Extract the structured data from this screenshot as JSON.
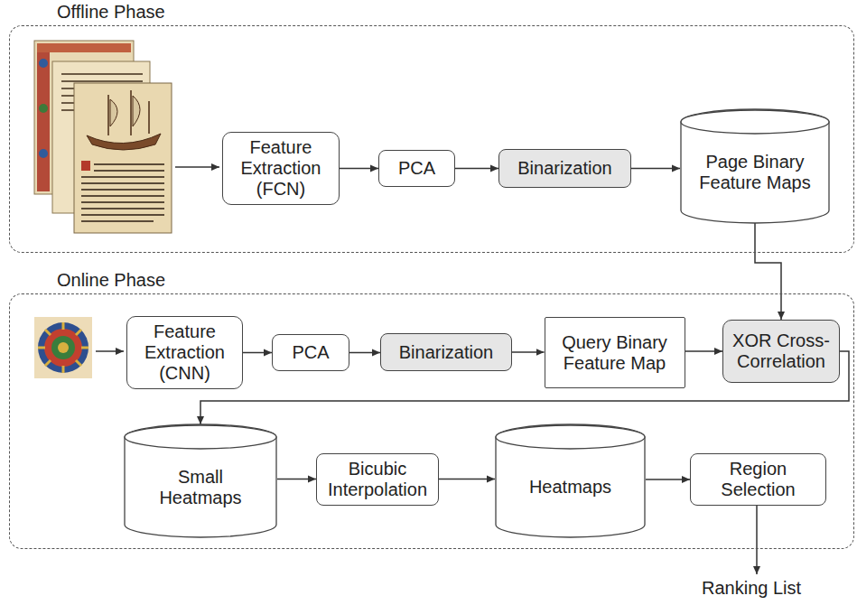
{
  "diagram": {
    "nodes": [
      {
        "text": [
          "Offline Phase"
        ]
      },
      {
        "text": [
          "Feature Extraction (FCN)"
        ],
        "in": 0
      },
      {
        "text": [
          "PCA"
        ],
        "in": 0
      },
      {
        "text": [
          "Binarization"
        ],
        "in": 0
      },
      {
        "text": [
          "Page Binary Feature Maps"
        ],
        "in": 0
      },
      {
        "text": [
          "Online Phase"
        ]
      },
      {
        "text": [
          "Feature Extraction (CNN)"
        ],
        "in": 5
      },
      {
        "text": [
          "PCA"
        ],
        "in": 5
      },
      {
        "text": [
          "Binarization"
        ],
        "in": 5
      },
      {
        "text": [
          "Query Binary Feature Map"
        ],
        "in": 5
      },
      {
        "text": [
          "XOR Cross-Correlation"
        ],
        "in": 5
      },
      {
        "text": [
          "Small Heatmaps"
        ],
        "in": 5
      },
      {
        "text": [
          "Bicubic Interpolation"
        ],
        "in": 5
      },
      {
        "text": [
          "Heatmaps"
        ],
        "in": 5
      },
      {
        "text": [
          "Region Selection"
        ],
        "in": 5
      }
    ],
    "edges": [
      {
        "from": 1,
        "to": 2,
        "arrow": "to"
      },
      {
        "from": 2,
        "to": 3,
        "arrow": "to"
      },
      {
        "from": 3,
        "to": 4,
        "arrow": "to"
      },
      {
        "from": 4,
        "to": 10,
        "arrow": "to"
      },
      {
        "from": 6,
        "to": 7,
        "arrow": "to"
      },
      {
        "from": 7,
        "to": 8,
        "arrow": "to"
      },
      {
        "from": 8,
        "to": 9,
        "arrow": "to"
      },
      {
        "from": 9,
        "to": 10,
        "arrow": "to"
      },
      {
        "from": 10,
        "to": 11,
        "arrow": "to"
      },
      {
        "from": 11,
        "to": 12,
        "arrow": "to"
      },
      {
        "from": 12,
        "to": 13,
        "arrow": "to"
      },
      {
        "from": 13,
        "to": 14,
        "arrow": "to"
      }
    ],
    "labels": [
      "Ranking List"
    ]
  }
}
